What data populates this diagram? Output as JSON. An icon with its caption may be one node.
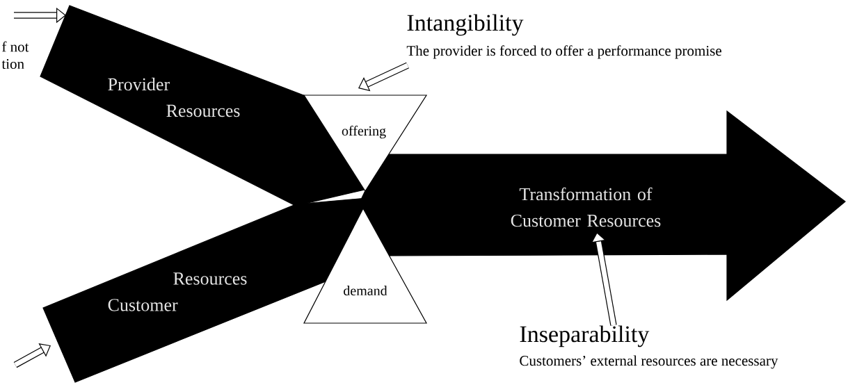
{
  "diagram": {
    "nodes": [
      {
        "text": [
          "Provider",
          "Resources"
        ]
      },
      {
        "text": [
          "Resources",
          "Customer"
        ]
      },
      {
        "text": [
          "offering"
        ]
      },
      {
        "text": [
          "demand"
        ]
      },
      {
        "text": [
          "Transformation of Customer Resources"
        ]
      },
      {
        "text": [
          "Intangibility",
          "The provider is forced to offer a performance promise"
        ]
      },
      {
        "text": [
          "Inseparability",
          "Customers’ external resources are necessary"
        ]
      }
    ],
    "edges": [
      {
        "from": null,
        "to": 0,
        "arrow": "to"
      },
      {
        "from": null,
        "to": 1,
        "arrow": "to"
      },
      {
        "from": 5,
        "to": 2,
        "arrow": "to"
      },
      {
        "from": 6,
        "to": 4,
        "arrow": "to"
      }
    ],
    "labels": [
      "f not",
      "tion"
    ]
  }
}
